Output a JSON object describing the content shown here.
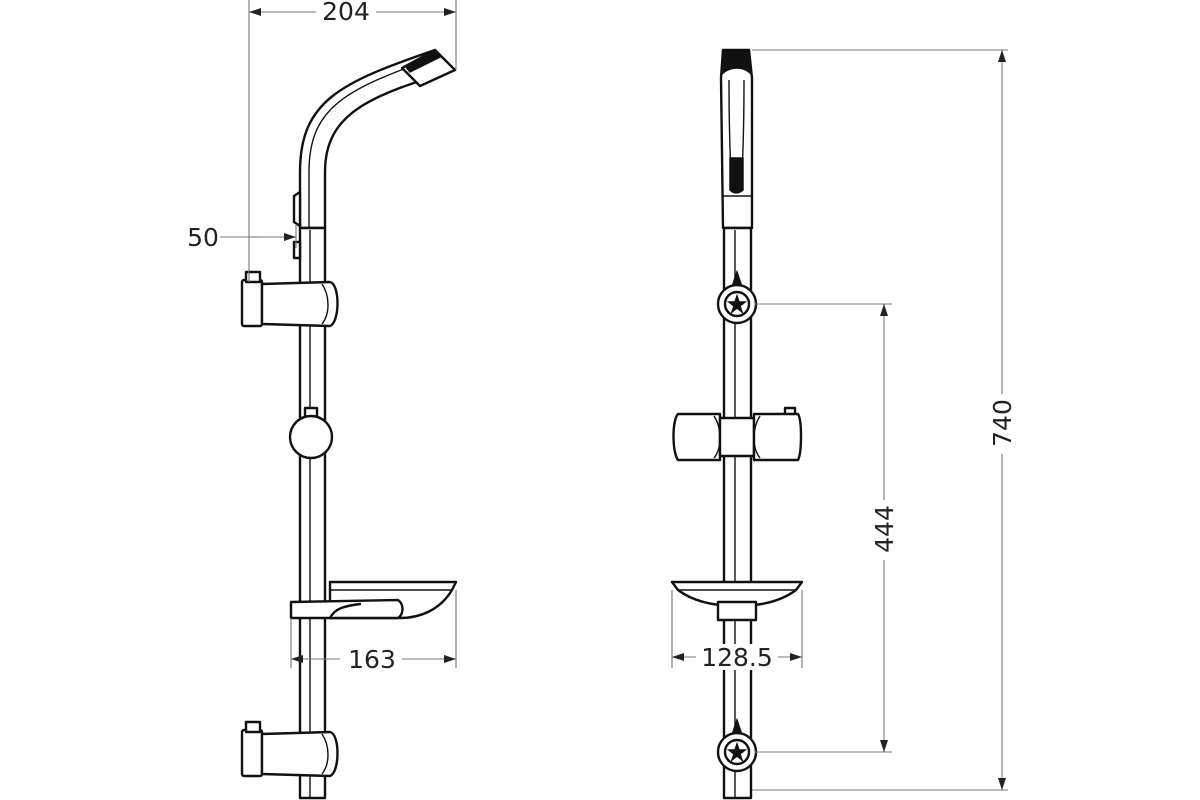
{
  "dimensions": {
    "top_width": "204",
    "arm_offset": "50",
    "dish_width_side": "163",
    "dish_width_front": "128.5",
    "bracket_spacing": "444",
    "total_height": "740"
  },
  "colors": {
    "line": "#111111",
    "dimension_line": "#777777",
    "background": "#ffffff"
  }
}
